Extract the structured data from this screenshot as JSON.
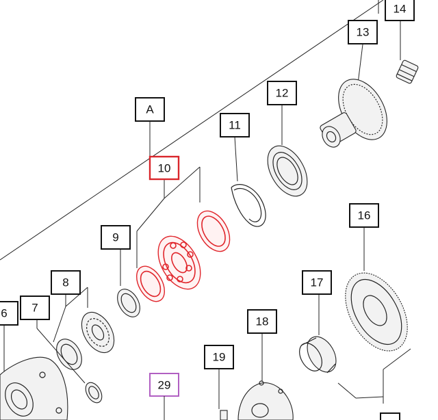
{
  "callouts": {
    "c14": "14",
    "c13": "13",
    "cA": "A",
    "c12": "12",
    "c11": "11",
    "c10": "10",
    "c9": "9",
    "c16": "16",
    "c8": "8",
    "c17": "17",
    "c6": "6",
    "c7": "7",
    "c18": "18",
    "c19": "19",
    "c29": "29"
  },
  "colors": {
    "highlight": "#e0252b",
    "highlight_box": "#d9262c",
    "secondary_box": "#b15fc2",
    "line": "#222222"
  }
}
